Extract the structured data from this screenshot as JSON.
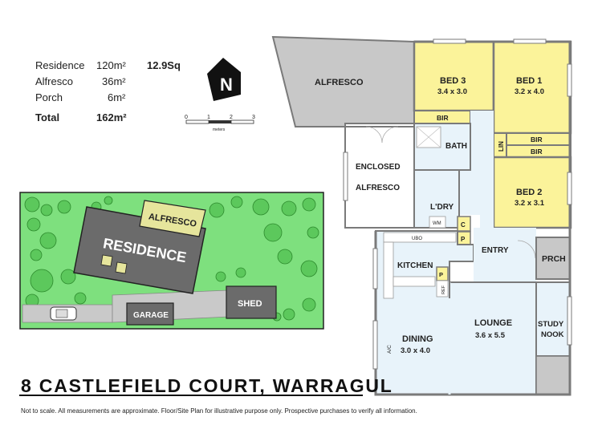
{
  "areas": {
    "rows": [
      {
        "label": "Residence",
        "value": "120m²",
        "extra": "12.9Sq"
      },
      {
        "label": "Alfresco",
        "value": "36m²"
      },
      {
        "label": "Porch",
        "value": "6m²"
      }
    ],
    "total_label": "Total",
    "total_value": "162m²"
  },
  "compass": {
    "letter": "N"
  },
  "scale_bar": {
    "ticks": [
      "0",
      "1",
      "2",
      "3"
    ],
    "unit": "meters"
  },
  "site_plan": {
    "residence": "RESIDENCE",
    "alfresco": "ALFRESCO",
    "garage": "GARAGE",
    "shed": "SHED",
    "colors": {
      "lawn": "#7ee07e",
      "building": "#6b6b6b",
      "alfresco": "#e6e59c",
      "driveway": "#bfbfbf"
    }
  },
  "floor_plan": {
    "rooms": {
      "alfresco": {
        "name": "ALFRESCO"
      },
      "bed3": {
        "name": "BED 3",
        "size": "3.4 x 3.0"
      },
      "bed1": {
        "name": "BED 1",
        "size": "3.2 x 4.0"
      },
      "bed2": {
        "name": "BED 2",
        "size": "3.2 x 3.1"
      },
      "bir_bed3": {
        "name": "BIR"
      },
      "bir_bed1": {
        "name": "BIR"
      },
      "bir_bed2": {
        "name": "BIR"
      },
      "lin": {
        "name": "LIN"
      },
      "bath": {
        "name": "BATH"
      },
      "enclosed_alfresco": {
        "name1": "ENCLOSED",
        "name2": "ALFRESCO"
      },
      "ldry": {
        "name": "L'DRY"
      },
      "wm": {
        "name": "WM"
      },
      "c": {
        "name": "C"
      },
      "p_top": {
        "name": "P"
      },
      "ubo": {
        "name": "UBO"
      },
      "kitchen": {
        "name": "KITCHEN"
      },
      "entry": {
        "name": "ENTRY"
      },
      "prch": {
        "name": "PRCH"
      },
      "p_kitchen": {
        "name": "P"
      },
      "ref": {
        "name": "REF"
      },
      "lounge": {
        "name": "LOUNGE",
        "size": "3.6 x 5.5"
      },
      "dining": {
        "name": "DINING",
        "size": "3.0 x 4.0"
      },
      "study": {
        "name1": "STUDY",
        "name2": "NOOK"
      },
      "ac": {
        "name": "A/C"
      }
    },
    "colors": {
      "bedroom": "#fbf39a",
      "wet": "#e8f3fa",
      "living": "#e8f3fa",
      "outdoor": "#c8c8c8",
      "wall": "#7a7a7a"
    }
  },
  "address": "8 CASTLEFIELD COURT, WARRAGUL",
  "disclaimer": "Not to scale. All measurements are approximate. Floor/Site Plan for illustrative purpose only. Prospective purchases to verify all information."
}
